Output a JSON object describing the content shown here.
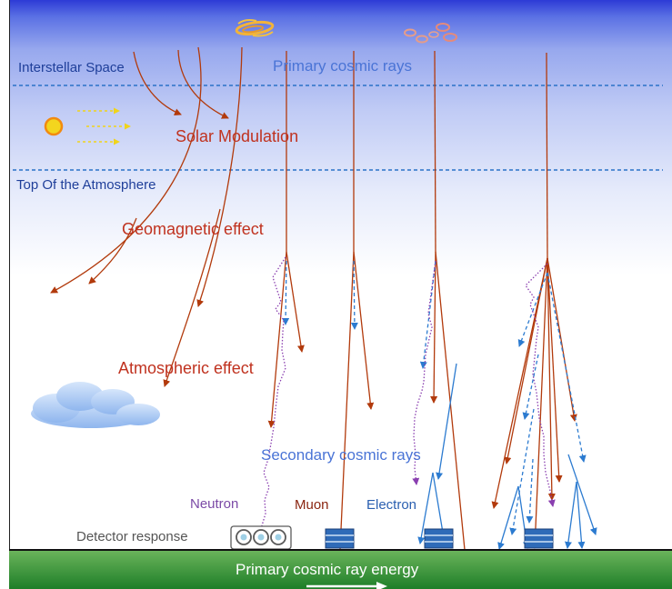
{
  "labels": {
    "interstellar_space": "Interstellar Space",
    "primary_cosmic_rays": "Primary cosmic rays",
    "solar_modulation": "Solar Modulation",
    "top_of_atmosphere": "Top Of the Atmosphere",
    "geomagnetic_effect": "Geomagnetic effect",
    "atmospheric_effect": "Atmospheric effect",
    "secondary_cosmic_rays": "Secondary cosmic rays",
    "neutron": "Neutron",
    "muon": "Muon",
    "electron": "Electron",
    "detector_response": "Detector response",
    "primary_energy": "Primary cosmic ray energy"
  },
  "colors": {
    "sky_top": "#2d3bd6",
    "sky_bottom": "#ffffff",
    "dashed_line": "#2a72c8",
    "primary_track": "#b23a0c",
    "electron_track": "#2c7bd0",
    "neutron_track": "#8a3fb0",
    "neutron_label": "#7b4aa6",
    "muon_label": "#8a2510",
    "electron_label": "#2a5fb0",
    "ground_top": "#6cb55c",
    "ground_bottom": "#1e7e28",
    "cloud": "#a9c9f2",
    "sun": "#f3d51e"
  },
  "icons": [
    "sun-icon",
    "cloud-icon",
    "galaxy-icon",
    "neutron-detector-icon",
    "muon-detector-icon",
    "electron-detector-icon",
    "arrow-right-icon"
  ]
}
